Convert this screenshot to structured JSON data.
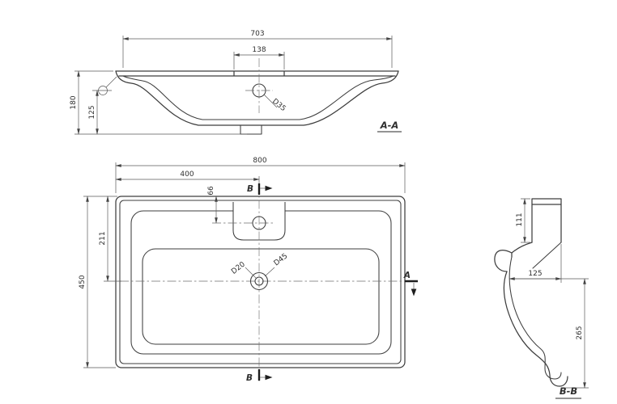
{
  "section_aa": {
    "label": "A-A",
    "dim_width": "703",
    "dim_platform": "138",
    "dim_height": "180",
    "dim_bowl_depth": "125",
    "faucet_hole_dia": "D35"
  },
  "plan": {
    "dim_width": "800",
    "dim_half_width": "400",
    "dim_faucet_offset": "66",
    "dim_drain_offset": "211",
    "dim_depth": "450",
    "drain_inner_dia": "D20",
    "drain_outer_dia": "D45",
    "marker_b_top": "B",
    "marker_b_bottom": "B",
    "marker_a": "A"
  },
  "section_bb": {
    "label": "B-B",
    "dim_back_height": "111",
    "dim_inner_width": "125",
    "dim_outlet_depth": "265"
  }
}
